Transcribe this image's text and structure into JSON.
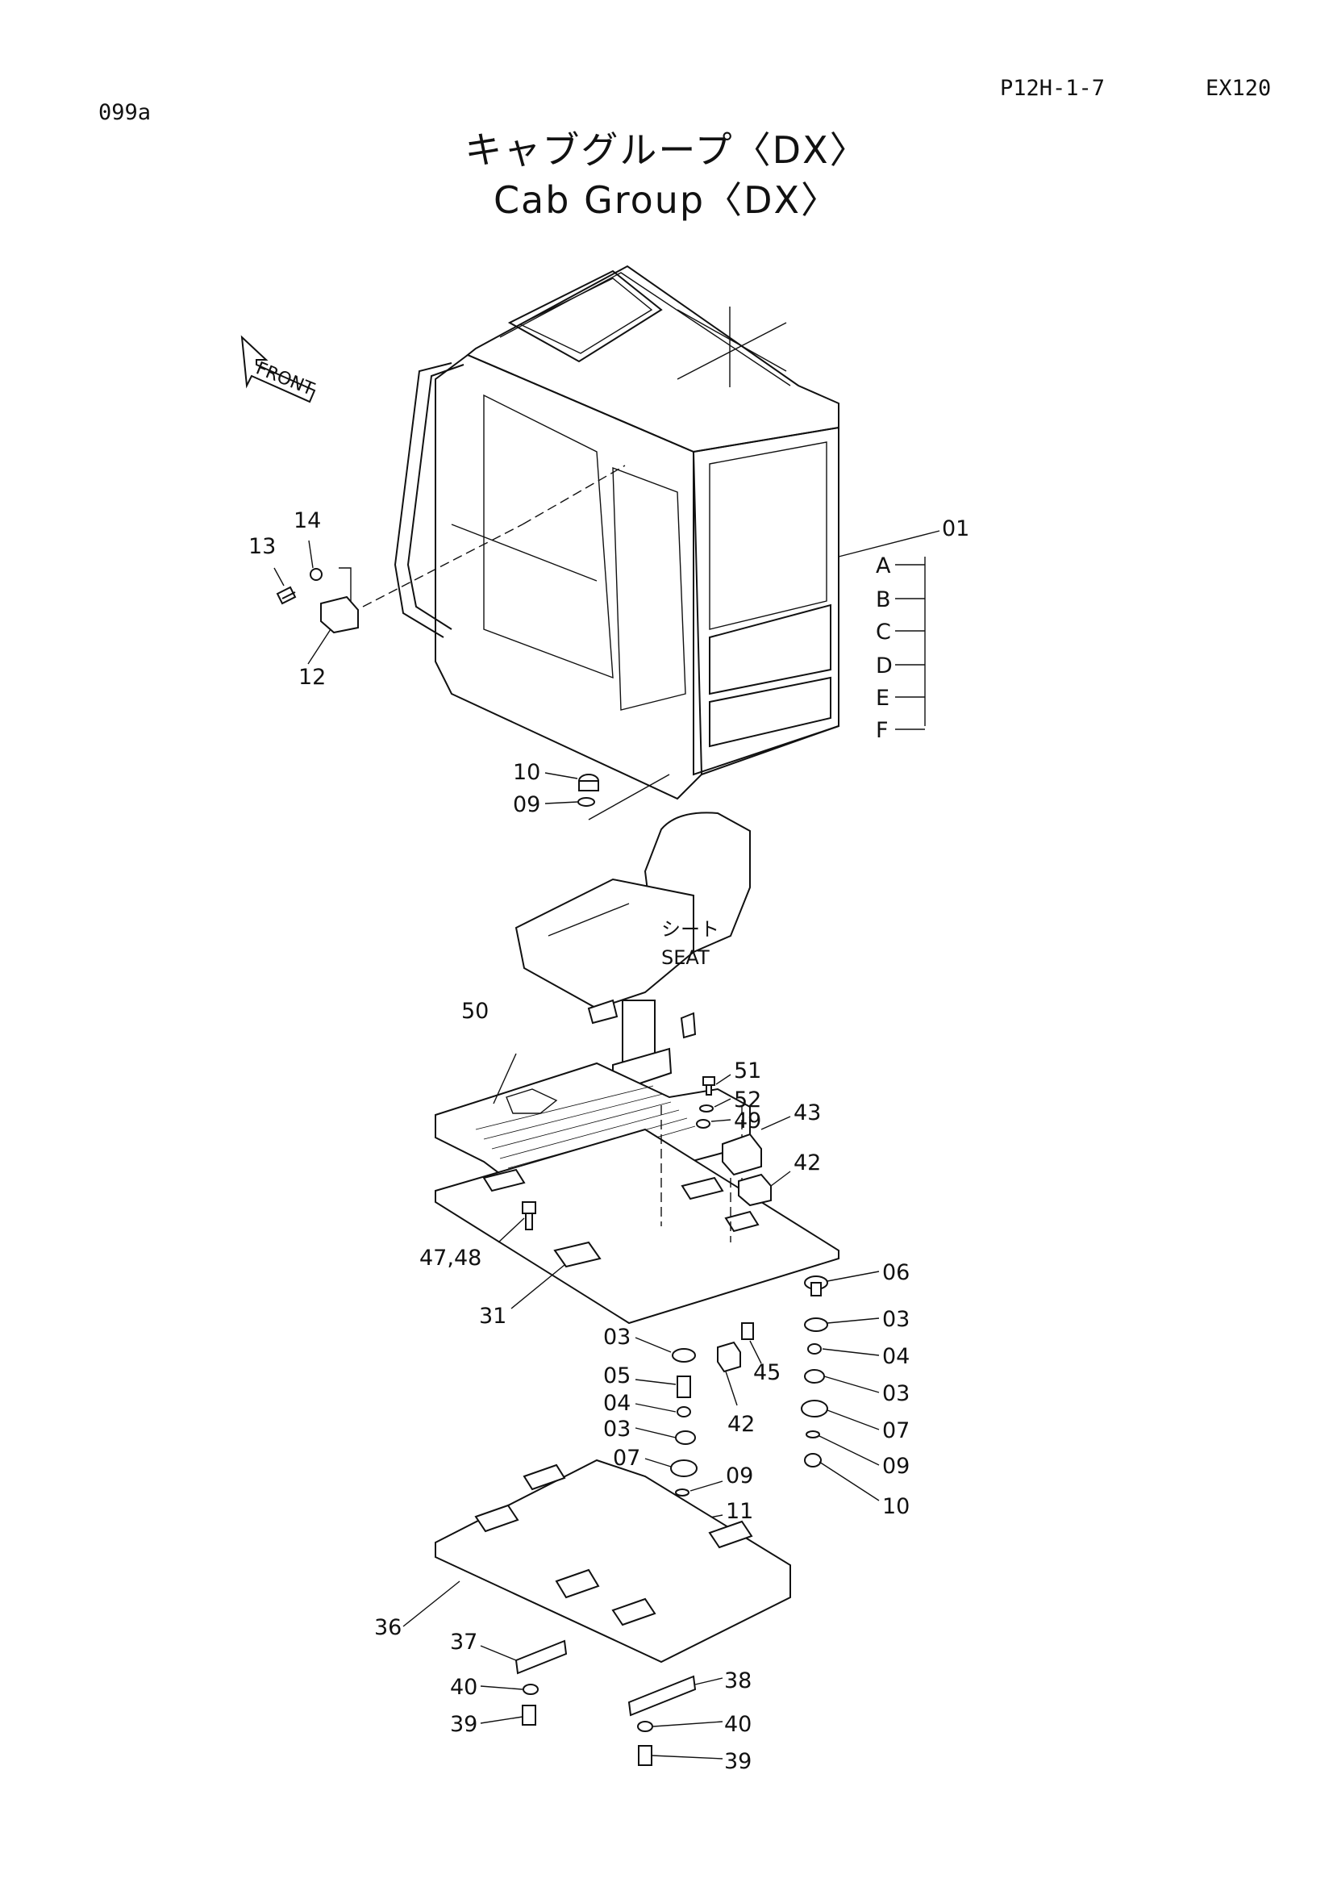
{
  "header": {
    "page_code": "099a",
    "ref_code": "P12H-1-7",
    "model": "EX120"
  },
  "title": {
    "jp": "キャブグループ〈DX〉",
    "en": "Cab Group〈DX〉"
  },
  "front_label": "FRONT",
  "seat_label": {
    "jp": "シート",
    "en": "SEAT"
  },
  "callouts": {
    "c01": "01",
    "A": "A",
    "B": "B",
    "C": "C",
    "D": "D",
    "E": "E",
    "F": "F",
    "c12": "12",
    "c13": "13",
    "c14": "14",
    "c10a": "10",
    "c09a": "09",
    "c50": "50",
    "c51": "51",
    "c52": "52",
    "c49": "49",
    "c43": "43",
    "c42a": "42",
    "c4748": "47,48",
    "c31": "31",
    "c06": "06",
    "c03r1": "03",
    "c04r": "04",
    "c03r2": "03",
    "c07r": "07",
    "c09r": "09",
    "c10r": "10",
    "c03l1": "03",
    "c05": "05",
    "c04l": "04",
    "c03l2": "03",
    "c07l": "07",
    "c09l": "09",
    "c11": "11",
    "c45": "45",
    "c42b": "42",
    "c36": "36",
    "c37": "37",
    "c40a": "40",
    "c39a": "39",
    "c38": "38",
    "c40b": "40",
    "c39b": "39"
  }
}
